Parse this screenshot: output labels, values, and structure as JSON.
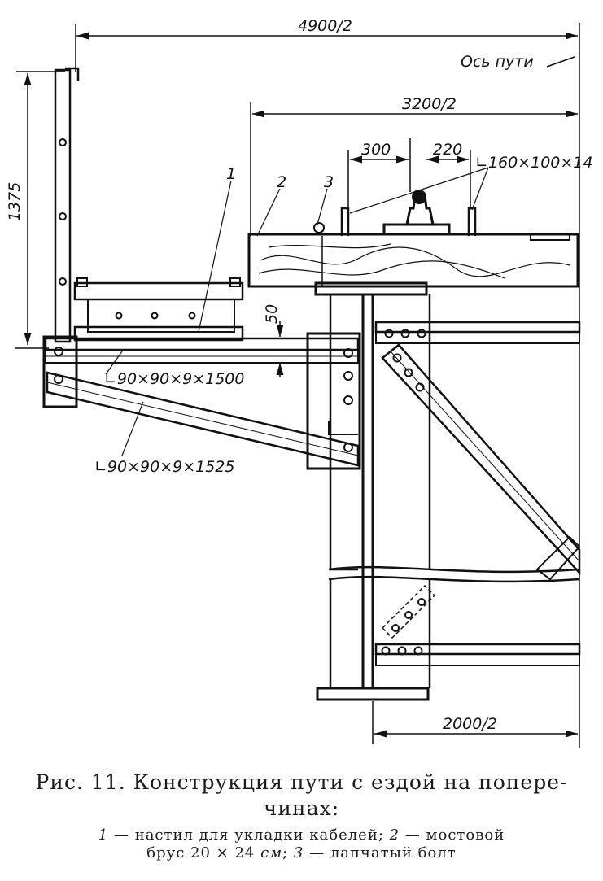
{
  "dimensions": {
    "half_width_total": "4900/2",
    "track_axis": "Ось пути",
    "half_tie_length": "3200/2",
    "height_railing": "1375",
    "offset_300": "300",
    "offset_220": "220",
    "gap_50": "50",
    "angle_bolt": "∟160×100×14",
    "half_truss_width": "2000/2"
  },
  "parts": {
    "decking": "1",
    "tie": "2",
    "bolt": "3",
    "angle_top": "∟90×90×9×1500",
    "angle_strut": "∟90×90×9×1525"
  },
  "caption": {
    "title_line1": "Рис. 11. Конструкция пути с ездой на попере-",
    "title_line2": "чинах:",
    "legend_1_num": "1",
    "legend_1_text": " — настил для укладки кабелей; ",
    "legend_2_num": "2",
    "legend_2_text": " — мостовой",
    "legend_2_cont": "брус 20 × 24 ",
    "legend_2_unit": "см",
    "legend_3_num": "3",
    "legend_3_text": " — лапчатый болт"
  }
}
